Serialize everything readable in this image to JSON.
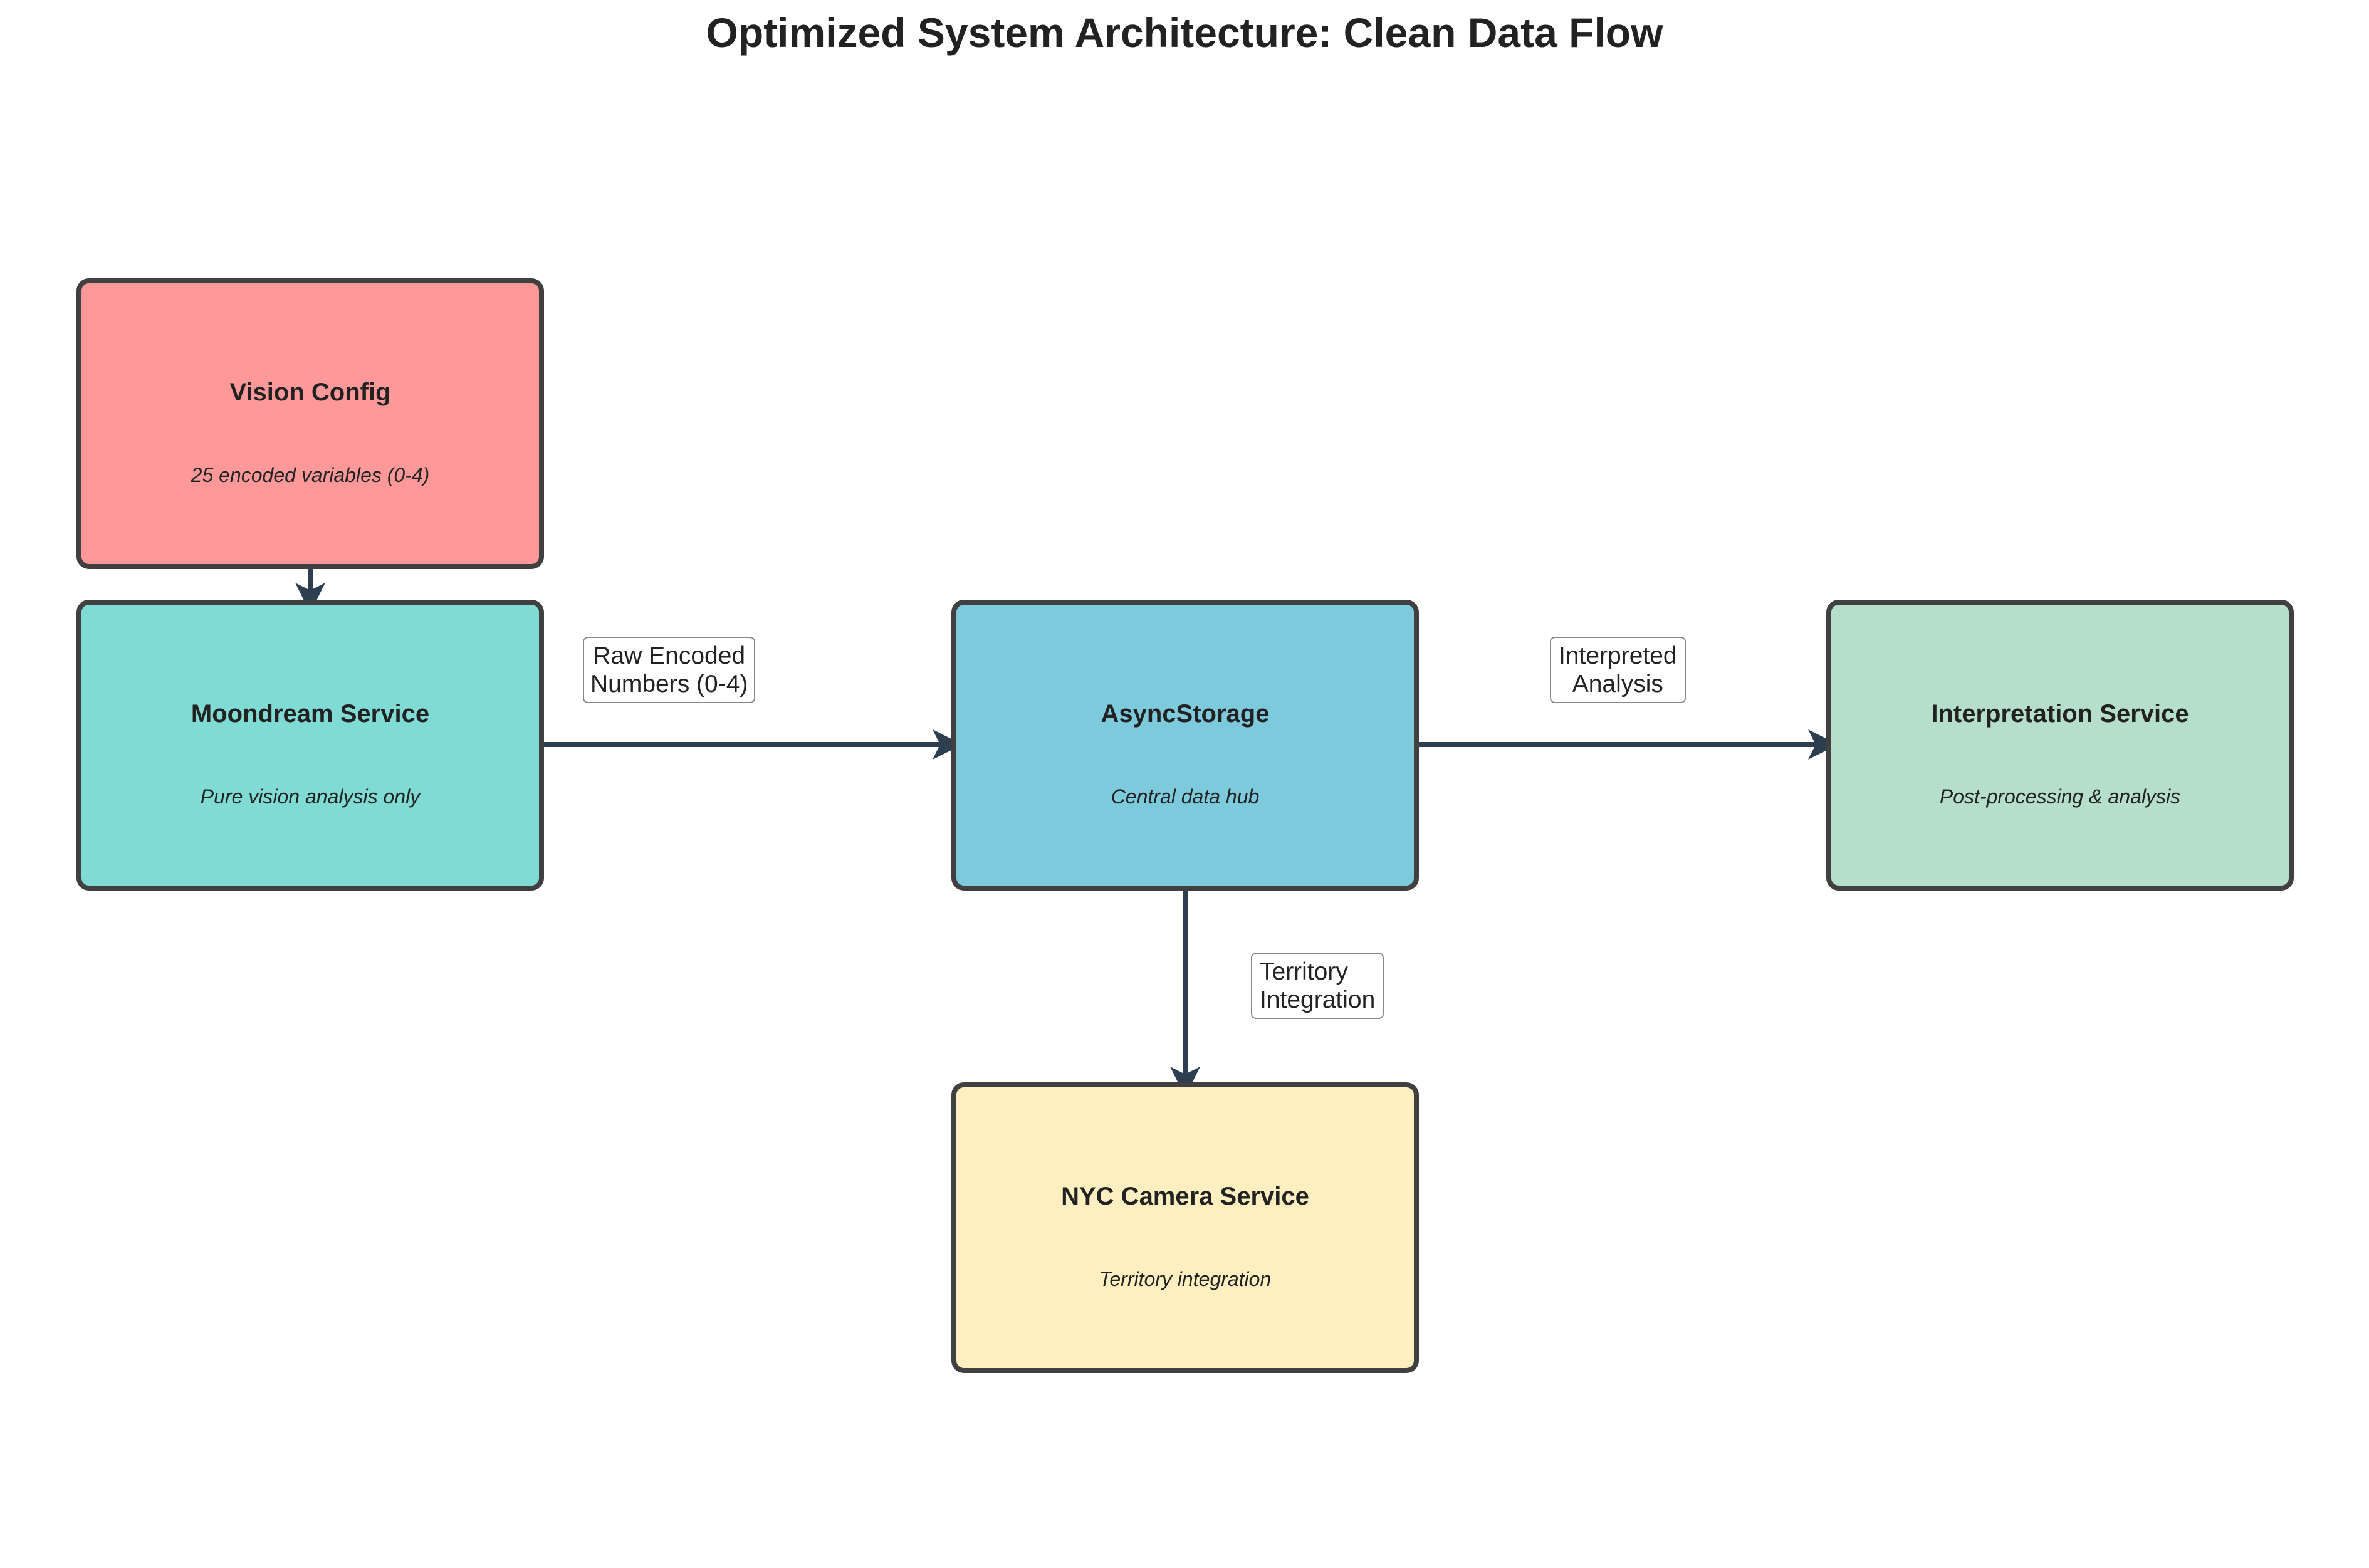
{
  "title": "Optimized System Architecture: Clean Data Flow",
  "nodes": {
    "vision_config": {
      "name": "Vision Config",
      "desc": "25 encoded variables (0-4)",
      "color": "#FF9999"
    },
    "moondream": {
      "name": "Moondream Service",
      "desc": "Pure vision analysis only",
      "color": "#7FDBD4"
    },
    "async_storage": {
      "name": "AsyncStorage",
      "desc": "Central data hub",
      "color": "#7ECADD"
    },
    "interpretation": {
      "name": "Interpretation Service",
      "desc": "Post-processing & analysis",
      "color": "#B5DECB"
    },
    "nyc_camera": {
      "name": "NYC Camera Service",
      "desc": "Territory integration",
      "color": "#FEEFC0"
    }
  },
  "edge_labels": {
    "raw_encoded": "Raw Encoded\nNumbers (0-4)",
    "interpreted": "Interpreted\nAnalysis",
    "territory": "Territory\nIntegration"
  },
  "colors": {
    "arrow": "#2C3E50",
    "border": "#404040"
  }
}
